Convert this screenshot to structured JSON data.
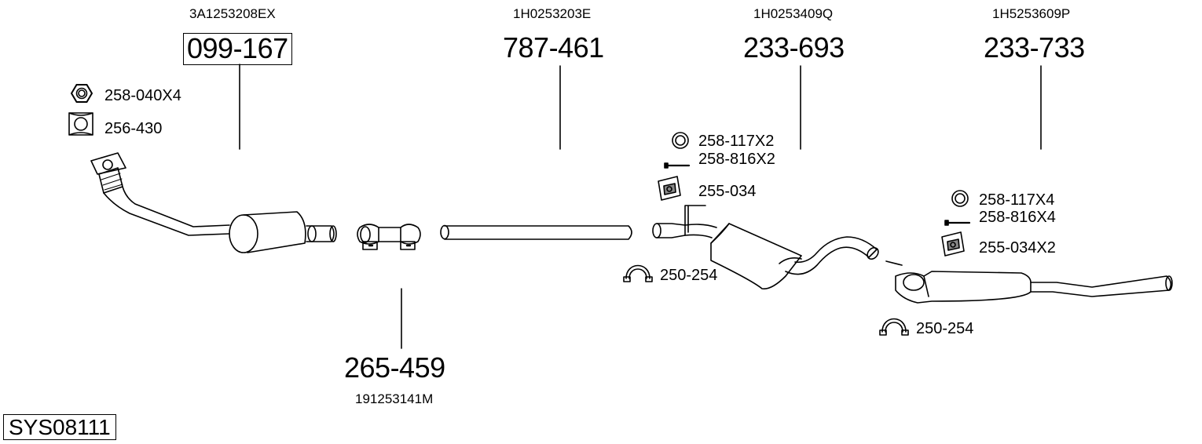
{
  "diagram": {
    "system_code": "SYS08111",
    "parts": [
      {
        "number": "099-167",
        "oem": "3A1253208EX",
        "boxed": true
      },
      {
        "number": "787-461",
        "oem": "1H0253203E"
      },
      {
        "number": "233-693",
        "oem": "1H0253409Q"
      },
      {
        "number": "233-733",
        "oem": "1H5253609P"
      },
      {
        "number": "265-459",
        "oem": "191253141M"
      }
    ],
    "accessories": [
      {
        "label": "258-040X4",
        "icon": "nut-icon"
      },
      {
        "label": "256-430",
        "icon": "gasket-icon"
      },
      {
        "label": "258-117X2",
        "icon": "ring-icon"
      },
      {
        "label": "258-816X2",
        "icon": "bolt-icon"
      },
      {
        "label": "255-034",
        "icon": "rubber-mount-icon"
      },
      {
        "label": "250-254",
        "icon": "clamp-icon"
      },
      {
        "label": "258-117X4",
        "icon": "ring-icon"
      },
      {
        "label": "258-816X4",
        "icon": "bolt-icon"
      },
      {
        "label": "255-034X2",
        "icon": "rubber-mount-icon"
      },
      {
        "label": "250-254",
        "icon": "clamp-icon"
      }
    ]
  }
}
